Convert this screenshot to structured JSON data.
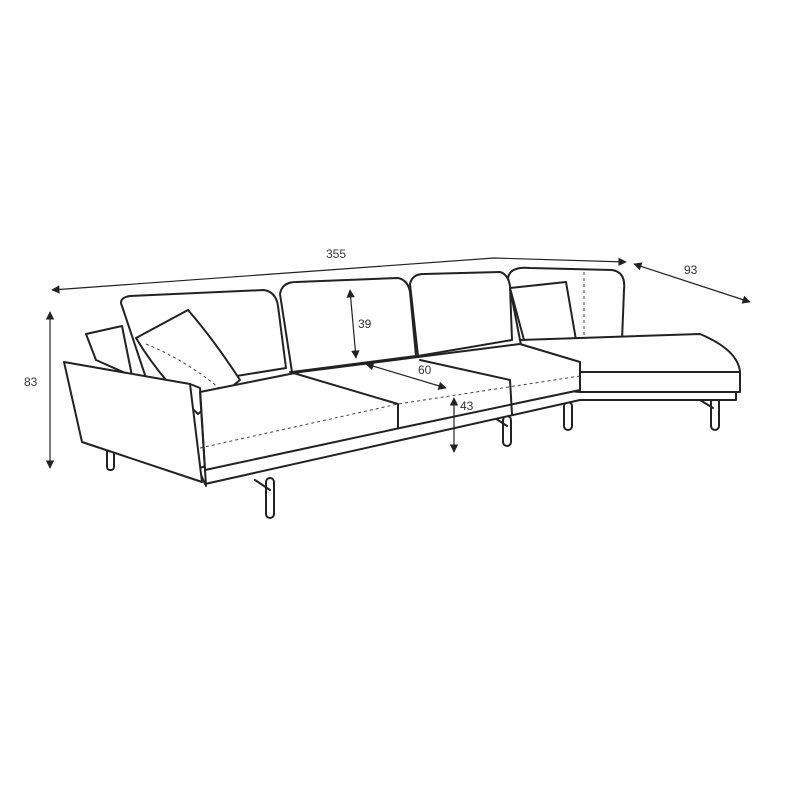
{
  "dimensions": {
    "width": "355",
    "depth": "93",
    "height": "83",
    "backrest": "39",
    "seat_depth": "60",
    "seat_height": "43"
  },
  "colors": {
    "line": "#222222",
    "background": "#ffffff"
  }
}
